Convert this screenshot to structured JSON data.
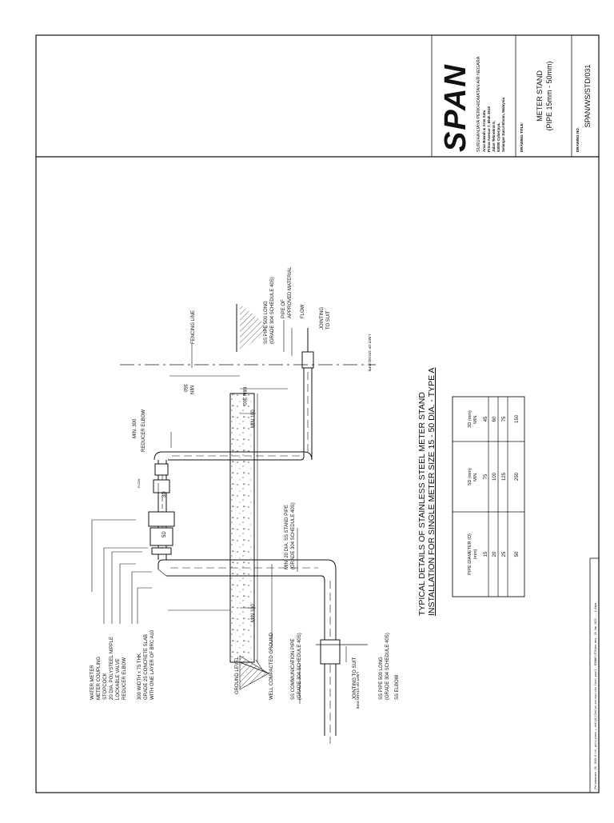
{
  "title_block": {
    "logo": "SPAN",
    "org_name": "SURUHANJAYA PERKHIDMATAN AIR NEGARA",
    "address": [
      "Aras Bawah & Aras Satu",
      "Prima Avenue 7, Blok 3510",
      "Jalan Teknokrat 6,",
      "63000 Cyberjaya,",
      "Selangor Darul Ehsan, Malaysia"
    ],
    "drawing_title_label": "DRAWING TITLE:",
    "drawing_title_line1": "METER STAND",
    "drawing_title_line2": "(PIPE 15mm - 50mm)",
    "drawing_no_label": "DRAWING NO.",
    "drawing_no": "SPAN/WS/STD/031"
  },
  "main_title": {
    "line1": "TYPICAL DETAILS OF STAINLESS STEEL METER STAND",
    "line2": "INSTALLATION FOR SINGLE METER SIZE 15 - 50 DIA. - TYPE A"
  },
  "labels": {
    "water_meter": "WATER METER",
    "meter_coupling": "METER COUPLING",
    "stopcock": "STOPCOCK",
    "polysteel_nipple": "20 DIA. POLYSTEEL NIPPLE",
    "lockable_valve": "LOCKABLE VALVE",
    "reducer_elbow_left": "REDUCER ELBOW",
    "slab_line1": "300 WIDTH x 75 THK.",
    "slab_line2": "GRADE 25 CONCRETE SLAB",
    "slab_line3": "WITH ONE LAYER OF BRC A10",
    "ground_level": "GROUND LEVEL",
    "well_compacted": "WELL COMPACTED GROUND",
    "comm_pipe_line1": "SS COMMUNICATION PIPE",
    "comm_pipe_line2": "(GRADE 304 SCHEDULE 40S)",
    "jointing_left": "JOINTING TO SUIT",
    "ss_pipe_500_line1": "SS PIPE 500 LONG",
    "ss_pipe_500_line2": "(GRADE 304 SCHEDULE 40S)",
    "ss_elbow": "SS ELBOW",
    "stand_pipe_line1": "MIN. 20 DIA. SS STAND PIPE",
    "stand_pipe_line2": "(GRADE 304 SCHEDULE 40S)",
    "min100_left": "MIN 100",
    "min100_right": "MIN 100",
    "dim_5d": "5D",
    "dim_3d": "3D",
    "flow_arrow_label": "FLOW",
    "min300_vertical": "MIN. 300",
    "reducer_elbow_top": "REDUCER ELBOW",
    "fencing_line": "FENCING LINE",
    "min350_a": "350",
    "min350_b": "MIN",
    "min300_horizontal": "MIN 300",
    "limit_stand_pipe": "LIMIT OF STAND PIPE",
    "ss_pipe_500_top_line1": "SS PIPE 500 LONG",
    "ss_pipe_500_top_line2": "(GRADE 304 SCHEDULE 40S)",
    "approved_material_line1": "PIPE OF",
    "approved_material_line2": "APPROVED MATERIAL",
    "flow_top": "FLOW",
    "jointing_top_line1": "JOINTING",
    "jointing_top_line2": "TO SUIT"
  },
  "table": {
    "headers": [
      [
        "PIPE DIAMETER (D)",
        "(mm)"
      ],
      [
        "5D (mm)",
        "MIN."
      ],
      [
        "3D (mm)",
        "MIN."
      ]
    ],
    "rows": [
      [
        "15",
        "75",
        "45"
      ],
      [
        "20",
        "100",
        "60"
      ],
      [
        "25",
        "125",
        "75"
      ],
      [
        "50",
        "250",
        "150"
      ]
    ]
  },
  "footer_path": "[Pelanbenane (M) 2019 G:\\el_pelv\\stand + det2(8)\\Inklad drwlngs\\std final.pen\\1. SPANWS\\STD\\Ane Wed, 26 Jan 2022 -- 2:44pm"
}
